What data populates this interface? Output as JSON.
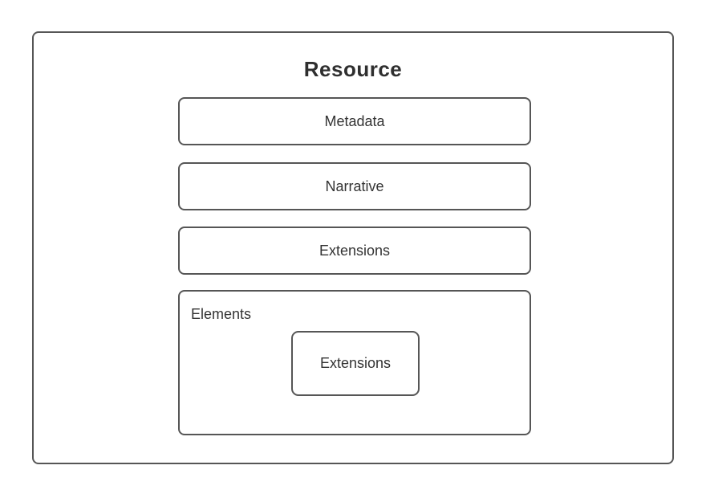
{
  "diagram": {
    "title": "Resource",
    "rows": [
      {
        "label": "Metadata"
      },
      {
        "label": "Narrative"
      },
      {
        "label": "Extensions"
      }
    ],
    "elements_group": {
      "label": "Elements",
      "child": {
        "label": "Extensions"
      }
    },
    "colors": {
      "border": "#565656",
      "text": "#333333",
      "background": "#ffffff"
    }
  }
}
